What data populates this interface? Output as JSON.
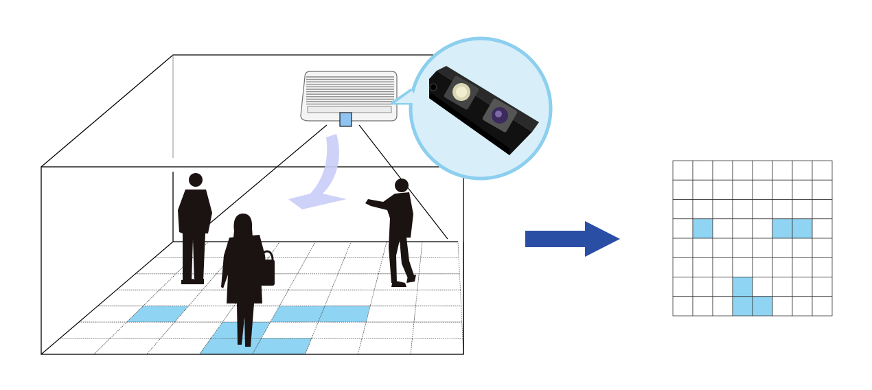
{
  "colors": {
    "occupied": "#8fd4f3",
    "grid_line": "#333333",
    "room_line": "#000000",
    "bubble_fill": "#d8effa",
    "bubble_stroke": "#8ccfee",
    "arrow": "#2b4ea5",
    "airflow": "#c9cdf7",
    "silhouette": "#1a1311",
    "sensor": "#8fc3f0"
  },
  "icons": {
    "air_conditioner": "air-conditioner-icon",
    "sensor_module": "thermal-sensor-module-icon",
    "person": "person-silhouette-icon",
    "arrow": "right-arrow-icon"
  },
  "room_floor": {
    "rows": 7,
    "cols": 8,
    "occupied_cells": [
      [
        4,
        1
      ],
      [
        4,
        4
      ],
      [
        4,
        5
      ],
      [
        6,
        3
      ],
      [
        6,
        4
      ],
      [
        5,
        3
      ]
    ]
  },
  "heat_map": {
    "rows": 8,
    "cols": 8,
    "occupied_cells": [
      [
        3,
        1
      ],
      [
        3,
        5
      ],
      [
        3,
        6
      ],
      [
        6,
        3
      ],
      [
        7,
        3
      ],
      [
        7,
        4
      ]
    ]
  }
}
